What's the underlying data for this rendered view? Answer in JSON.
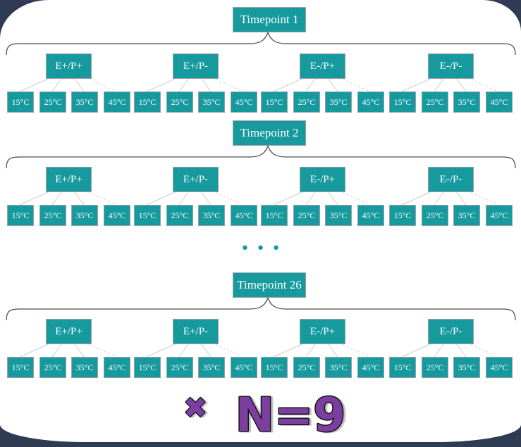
{
  "diagram": {
    "sections": [
      {
        "timepoint": "Timepoint 1",
        "groups": [
          {
            "label": "E+/P+",
            "temps": [
              "15°C",
              "25°C",
              "35°C",
              "45°C"
            ]
          },
          {
            "label": "E+/P-",
            "temps": [
              "15°C",
              "25°C",
              "35°C",
              "45°C"
            ]
          },
          {
            "label": "E-/P+",
            "temps": [
              "15°C",
              "25°C",
              "35°C",
              "45°C"
            ]
          },
          {
            "label": "E-/P-",
            "temps": [
              "15°C",
              "25°C",
              "35°C",
              "45°C"
            ]
          }
        ]
      },
      {
        "timepoint": "Timepoint 2",
        "groups": [
          {
            "label": "E+/P+",
            "temps": [
              "15°C",
              "25°C",
              "35°C",
              "45°C"
            ]
          },
          {
            "label": "E+/P-",
            "temps": [
              "15°C",
              "25°C",
              "35°C",
              "45°C"
            ]
          },
          {
            "label": "E-/P+",
            "temps": [
              "15°C",
              "25°C",
              "35°C",
              "45°C"
            ]
          },
          {
            "label": "E-/P-",
            "temps": [
              "15°C",
              "25°C",
              "35°C",
              "45°C"
            ]
          }
        ]
      },
      {
        "timepoint": "Timepoint 26",
        "groups": [
          {
            "label": "E+/P+",
            "temps": [
              "15°C",
              "25°C",
              "35°C",
              "45°C"
            ]
          },
          {
            "label": "E+/P-",
            "temps": [
              "15°C",
              "25°C",
              "35°C",
              "45°C"
            ]
          },
          {
            "label": "E-/P+",
            "temps": [
              "15°C",
              "25°C",
              "35°C",
              "45°C"
            ]
          },
          {
            "label": "E-/P-",
            "temps": [
              "15°C",
              "25°C",
              "35°C",
              "45°C"
            ]
          }
        ]
      }
    ],
    "ellipsis": "●●●",
    "footer": {
      "multiply": "✖",
      "sample": "N=9"
    },
    "colors": {
      "teal": "#169a9d",
      "navy": "#2e3b52",
      "purple": "#7c3fa1",
      "box_text": "#ffffff"
    }
  }
}
